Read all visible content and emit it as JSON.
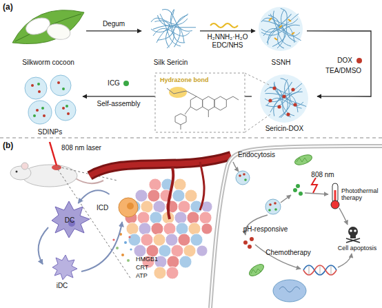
{
  "diagram": {
    "nodes": [
      {
        "text": [
          "Silkworm cocoon"
        ]
      },
      {
        "text": [
          "Silk Sericin"
        ]
      },
      {
        "text": [
          "SSNH"
        ]
      },
      {
        "text": [
          "Sericin-DOX"
        ]
      },
      {
        "text": [
          "SDINPs"
        ]
      },
      {
        "text": [
          "DC"
        ]
      },
      {
        "text": [
          "ICD"
        ]
      },
      {
        "text": [
          "iDC"
        ]
      }
    ],
    "edges": [
      {
        "from": 0,
        "to": 1,
        "arrow": "to",
        "label": "Degum"
      },
      {
        "from": 1,
        "to": 2,
        "arrow": "to",
        "label": "H₂NNH₂·H₂O"
      },
      {
        "from": 2,
        "to": 3,
        "arrow": "to",
        "label": "TEA/DMSO"
      },
      {
        "from": 3,
        "to": 4,
        "arrow": "to",
        "label": "Self-assembly"
      },
      {
        "from": 6,
        "to": 5,
        "arrow": "to"
      },
      {
        "from": 5,
        "to": 7,
        "arrow": "to"
      },
      {
        "from": 7,
        "to": 6,
        "arrow": "to"
      }
    ],
    "labels": [
      "(a)",
      "EDC/NHS",
      "DOX",
      "ICG",
      "Hydrazone bond",
      "(b)",
      "808 nm laser",
      "Endocytosis",
      "808 nm",
      "Photothermal therapy",
      "pH-responsive",
      "Chemotherapy",
      "Cell apoptosis",
      "HMGB1",
      "CRT",
      "ATP"
    ]
  }
}
